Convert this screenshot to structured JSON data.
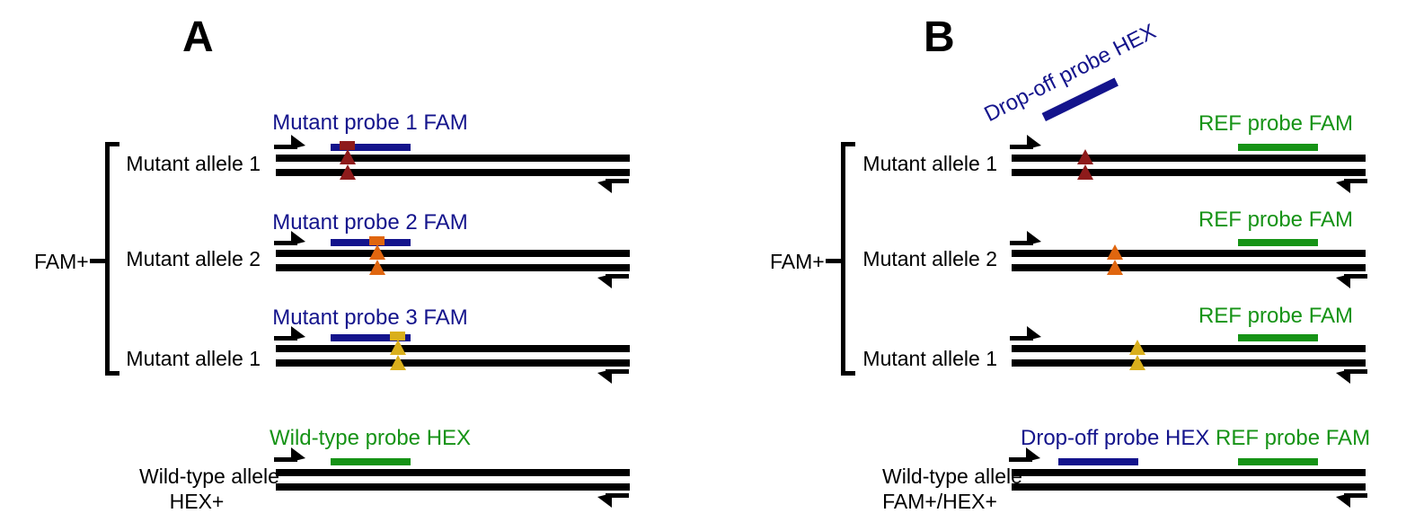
{
  "palette": {
    "probe_navy": "#14148C",
    "probe_green": "#169316",
    "mutation_1_dark_red": "#8E1B1B",
    "mutation_2_orange": "#E0660F",
    "mutation_3_gold": "#D9AF1C",
    "dna_black": "#000000",
    "background": "#FFFFFF"
  },
  "panel_a": {
    "letter": "A",
    "bracket_label": "FAM+",
    "rows": [
      {
        "probe_label": "Mutant probe 1 FAM",
        "allele_label": "Mutant allele 1",
        "marker_color": "#8E1B1B"
      },
      {
        "probe_label": "Mutant probe 2 FAM",
        "allele_label": "Mutant allele 2",
        "marker_color": "#E0660F"
      },
      {
        "probe_label": "Mutant probe 3 FAM",
        "allele_label": "Mutant allele 1",
        "marker_color": "#D9AF1C"
      }
    ],
    "wildtype": {
      "probe_label": "Wild-type probe HEX",
      "allele_label_line1": "Wild-type allele",
      "allele_label_line2": "HEX+"
    }
  },
  "panel_b": {
    "letter": "B",
    "bracket_label": "FAM+",
    "dropoff_probe": {
      "label": "Drop-off probe HEX"
    },
    "rows": [
      {
        "ref_label": "REF probe FAM",
        "allele_label": "Mutant allele 1",
        "marker_color": "#8E1B1B"
      },
      {
        "ref_label": "REF probe FAM",
        "allele_label": "Mutant allele 2",
        "marker_color": "#E0660F"
      },
      {
        "ref_label": "REF probe FAM",
        "allele_label": "Mutant allele 1",
        "marker_color": "#D9AF1C"
      }
    ],
    "wildtype": {
      "dropoff_label": "Drop-off probe HEX",
      "ref_label": "REF probe FAM",
      "allele_label_line1": "Wild-type allele",
      "allele_label_line2": "FAM+/HEX+"
    }
  }
}
